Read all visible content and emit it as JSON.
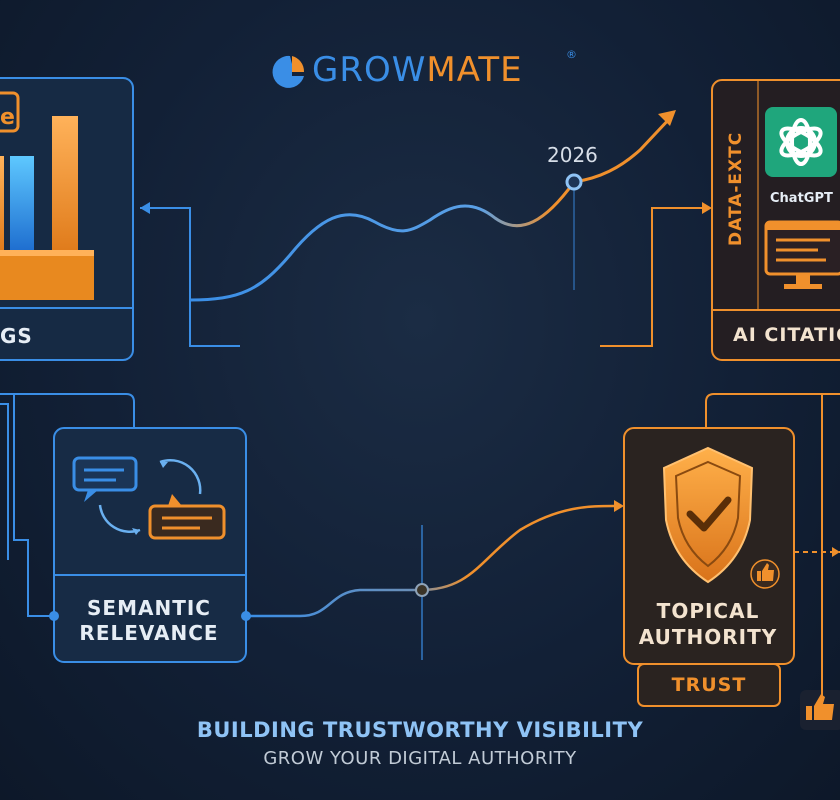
{
  "brand": {
    "name_part1": "GROW",
    "name_part2": "MATE",
    "registered": "®"
  },
  "timeline": {
    "year_label": "2026"
  },
  "nodes": {
    "rankings": {
      "label_fragment": "GS"
    },
    "ai_citations": {
      "label_fragment": "AI CITATIC",
      "vertical_label": "DATA-EXTC",
      "chatgpt_label": "ChatGPT"
    },
    "semantic_relevance": {
      "label_line1": "SEMANTIC",
      "label_line2": "RELEVANCE"
    },
    "topical_authority": {
      "label_line1": "TOPICAL",
      "label_line2": "AUTHORITY",
      "badge": "TRUST"
    }
  },
  "footer": {
    "headline": "BUILDING TRUSTWORTHY VISIBILITY",
    "subline": "GROW YOUR DIGITAL AUTHORITY"
  },
  "colors": {
    "blue": "#3a8ee6",
    "orange": "#f0902c",
    "background": "#122036"
  }
}
